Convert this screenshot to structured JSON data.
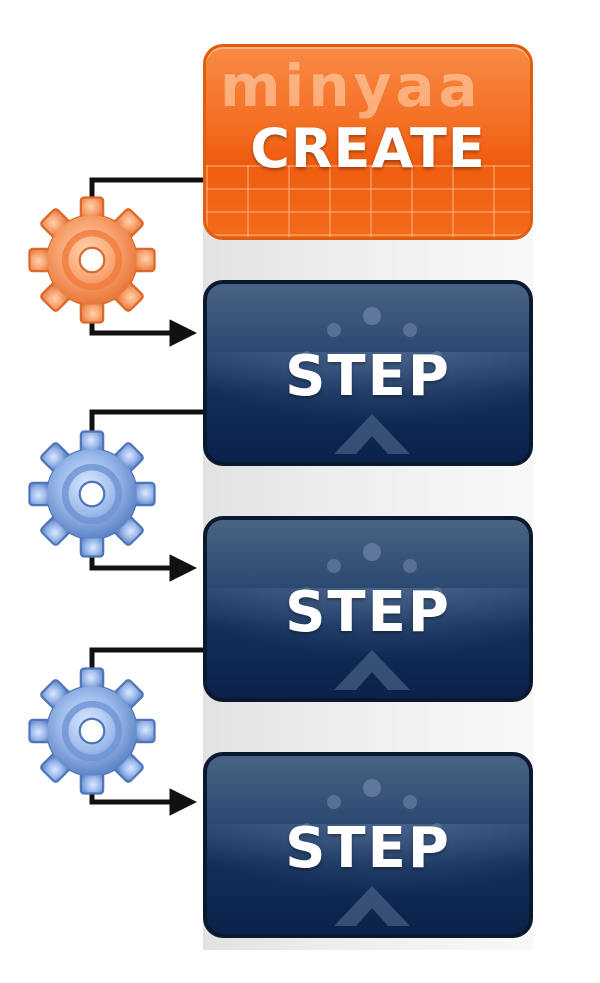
{
  "create": {
    "label": "CREATE",
    "watermark": "minyaa",
    "color": "#f26a1e"
  },
  "steps": [
    {
      "label": "STEP"
    },
    {
      "label": "STEP"
    },
    {
      "label": "STEP"
    }
  ],
  "gears": [
    {
      "icon": "gear-icon",
      "color": "#f5a06c"
    },
    {
      "icon": "gear-icon",
      "color": "#8fb0e6"
    },
    {
      "icon": "gear-icon",
      "color": "#8fb0e6"
    }
  ],
  "colors": {
    "step_fill": "#1b3a68",
    "step_border": "#0a1830",
    "connector": "#111111"
  }
}
